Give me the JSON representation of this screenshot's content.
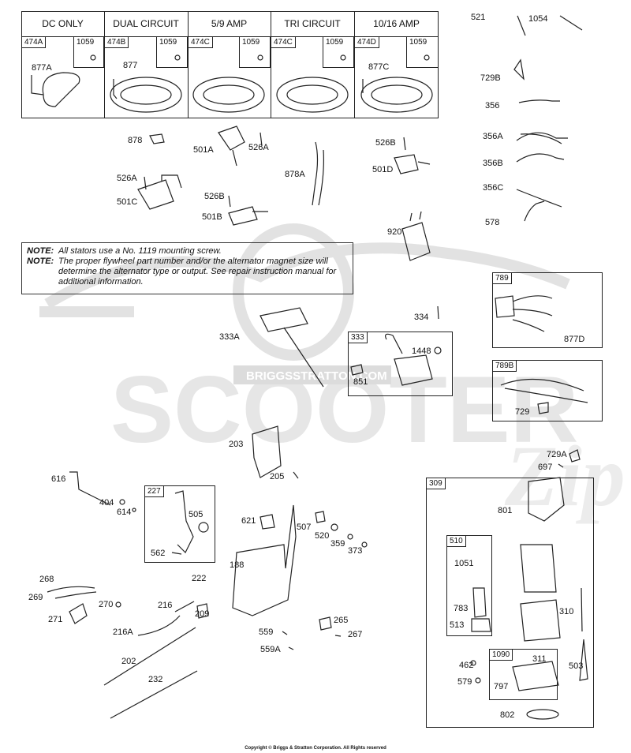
{
  "watermark": {
    "brand": "SCOOTER",
    "script": "Zip",
    "band": "BRIGGSSTRATTON.COM"
  },
  "header_columns": [
    {
      "title": "DC ONLY",
      "stator": "474A",
      "screw": "1059",
      "lead": "877A"
    },
    {
      "title": "DUAL CIRCUIT",
      "stator": "474B",
      "screw": "1059",
      "lead": "877"
    },
    {
      "title": "5/9 AMP",
      "stator": "474C",
      "screw": "1059",
      "lead": ""
    },
    {
      "title": "TRI CIRCUIT",
      "stator": "474C",
      "screw": "1059",
      "lead": ""
    },
    {
      "title": "10/16 AMP",
      "stator": "474D",
      "screw": "1059",
      "lead": "877C"
    }
  ],
  "note": {
    "label": "NOTE:",
    "line1": "All stators use a No. 1119 mounting screw.",
    "line2": "The proper flywheel part number and/or the alternator magnet size will determine the alternator type or output. See repair instruction manual for additional information."
  },
  "boxes": {
    "b333": "333",
    "b789": "789",
    "b789B": "789B",
    "b227": "227",
    "b309": "309",
    "b510": "510",
    "b1090": "1090"
  },
  "parts": {
    "p521": "521",
    "p1054": "1054",
    "p729B": "729B",
    "p356": "356",
    "p356A": "356A",
    "p356B": "356B",
    "p356C": "356C",
    "p578": "578",
    "p878": "878",
    "p501A": "501A",
    "p526A_1": "526A",
    "p526B_1": "526B",
    "p501D": "501D",
    "p878A": "878A",
    "p526A_2": "526A",
    "p501C": "501C",
    "p526B_2": "526B",
    "p501B": "501B",
    "p920": "920",
    "p877D": "877D",
    "p333A": "333A",
    "p334": "334",
    "p1448": "1448",
    "p851": "851",
    "p729": "729",
    "p203": "203",
    "p205": "205",
    "p729A": "729A",
    "p697": "697",
    "p616": "616",
    "p404": "404",
    "p614": "614",
    "p505": "505",
    "p562": "562",
    "p621": "621",
    "p507": "507",
    "p520": "520",
    "p359": "359",
    "p373": "373",
    "p801": "801",
    "p188": "188",
    "p222": "222",
    "p1051": "1051",
    "p268": "268",
    "p269": "269",
    "p270": "270",
    "p271": "271",
    "p216": "216",
    "p209": "209",
    "p216A": "216A",
    "p265": "265",
    "p559": "559",
    "p267": "267",
    "p783": "783",
    "p310": "310",
    "p513": "513",
    "p559A": "559A",
    "p202": "202",
    "p462": "462",
    "p311": "311",
    "p503": "503",
    "p232": "232",
    "p579": "579",
    "p797": "797",
    "p802": "802"
  },
  "copyright": "Copyright © Briggs & Stratton Corporation. All Rights reserved"
}
